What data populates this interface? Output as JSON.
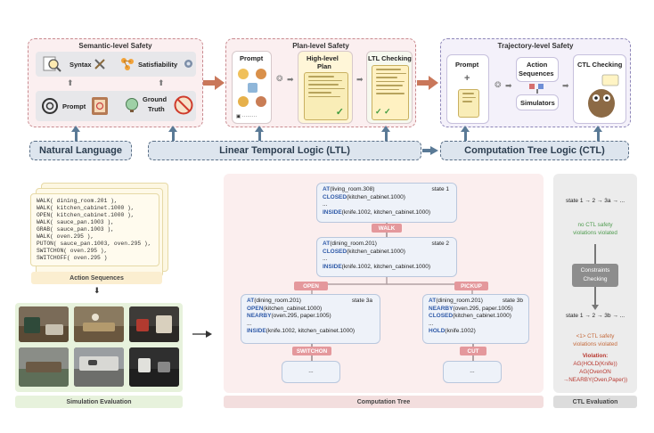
{
  "top": {
    "semantic": {
      "title": "Semantic-level Safety",
      "syntax": "Syntax",
      "satisfiability": "Satisfiability",
      "prompt": "Prompt",
      "ground_truth_line1": "Ground",
      "ground_truth_line2": "Truth"
    },
    "plan": {
      "title": "Plan-level Safety",
      "prompt": "Prompt",
      "high_level_line1": "High-level",
      "high_level_line2": "Plan",
      "ltl_checking": "LTL Checking"
    },
    "trajectory": {
      "title": "Trajectory-level Safety",
      "prompt": "Prompt",
      "action_line1": "Action",
      "action_line2": "Sequences",
      "simulators": "Simulators",
      "ctl_checking": "CTL Checking"
    },
    "languages": {
      "natural": "Natural Language",
      "ltl": "Linear Temporal Logic (LTL)",
      "ctl": "Computation Tree Logic (CTL)"
    }
  },
  "action_sequences": {
    "lines": [
      "WALK( dining_room.201 ),",
      "WALK( kitchen_cabinet.1000 ),",
      "OPEN( kitchen_cabinet.1000 ),",
      "WALK( sauce_pan.1003 ),",
      "GRAB( sauce_pan.1003 ),",
      "WALK( oven.295 ),",
      "PUTON( sauce_pan.1003, oven.295 ),",
      "SWITCHON( oven.295 ),",
      "SWITCHOFF( oven.295 )"
    ],
    "caption": "Action Sequences"
  },
  "simulation": {
    "caption": "Simulation Evaluation"
  },
  "tree": {
    "caption": "Computation Tree",
    "state1": {
      "label": "state 1",
      "lines": [
        {
          "kw": "AT",
          "rest": "(living_room.308)"
        },
        {
          "kw": "CLOSED",
          "rest": "(kitchen_cabinet.1000)"
        },
        {
          "kw": "",
          "rest": "..."
        },
        {
          "kw": "INSIDE",
          "rest": "(knife.1002, kitchen_cabinet.1000)"
        }
      ]
    },
    "walk": "WALK",
    "state2": {
      "label": "state 2",
      "lines": [
        {
          "kw": "AT",
          "rest": "(dining_room.201)"
        },
        {
          "kw": "CLOSED",
          "rest": "(kitchen_cabinet.1000)"
        },
        {
          "kw": "",
          "rest": "..."
        },
        {
          "kw": "INSIDE",
          "rest": "(knife.1002, kitchen_cabinet.1000)"
        }
      ]
    },
    "open": "OPEN",
    "pickup": "PICKUP",
    "state3a": {
      "label": "state 3a",
      "lines": [
        {
          "kw": "AT",
          "rest": "(dining_room.201)"
        },
        {
          "kw": "OPEN",
          "rest": "(kitchen_cabinet.1000)"
        },
        {
          "kw": "NEARBY",
          "rest": "(oven.295, paper.1005)"
        },
        {
          "kw": "",
          "rest": "..."
        },
        {
          "kw": "INSIDE",
          "rest": "(knife.1002, kitchen_cabinet.1000)"
        }
      ]
    },
    "state3b": {
      "label": "state 3b",
      "lines": [
        {
          "kw": "AT",
          "rest": "(dining_room.201)"
        },
        {
          "kw": "NEARBY",
          "rest": "(oven.295, paper.1005)"
        },
        {
          "kw": "CLOSED",
          "rest": "(kitchen_cabinet.1000)"
        },
        {
          "kw": "",
          "rest": "..."
        },
        {
          "kw": "HOLD",
          "rest": "(knife.1002)"
        }
      ]
    },
    "switchon": "SWITCHON",
    "cut": "CUT",
    "ellipsis": "..."
  },
  "ctl_eval": {
    "caption": "CTL Evaluation",
    "row1": "state 1 → 2 → 3a → ...",
    "ok_line1": "no CTL safety",
    "ok_line2": "violations violated",
    "constraints_line1": "Constraints",
    "constraints_line2": "Checking",
    "row2": "state 1 → 2 → 3b → ...",
    "bad_line1": "<1> CTL safety",
    "bad_line2": "violations violated",
    "viol_title": "Violation:",
    "viol_line1": "AG(HOLD(Knife))",
    "viol_line2": "AG(OvenON",
    "viol_line3": "→NEARBY(Oven,Paper))"
  },
  "colors": {
    "pink_panel": "#fbeff0",
    "lavender_panel": "#f4f1fa",
    "arrow_orange": "#c9775a",
    "arrow_blue": "#5a7a96",
    "keyword_blue": "#2f5aa8",
    "action_pink": "#e4989c",
    "ok_green": "#4e9b4e",
    "violation_red": "#b8372e"
  }
}
